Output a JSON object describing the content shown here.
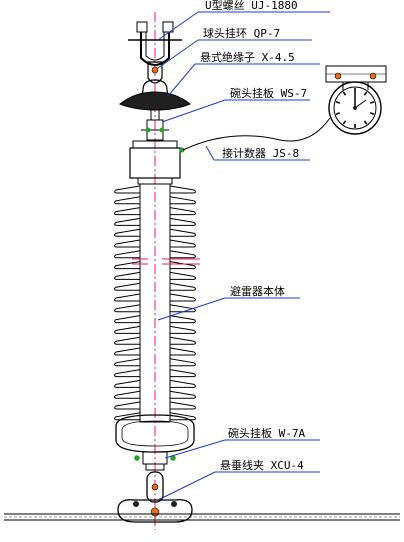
{
  "labels": {
    "u_bolt": "U型螺丝 UJ-1880",
    "ball_eye": "球头挂环 QP-7",
    "suspension_insulator": "悬式绝缘子 X-4.5",
    "socket_plate_top": "碗头挂板 WS-7",
    "counter": "接计数器 JS-8",
    "arrester_body": "避雷器本体",
    "socket_plate_bottom": "碗头挂板 W-7A",
    "suspension_clamp": "悬垂线夹 XCU-4"
  },
  "colors": {
    "line": "#000000",
    "fill_dark": "#202020",
    "centerline": "#e0205a",
    "bolt": "#e07020",
    "green": "#2ca02c",
    "callout": "#1a3cc8"
  }
}
